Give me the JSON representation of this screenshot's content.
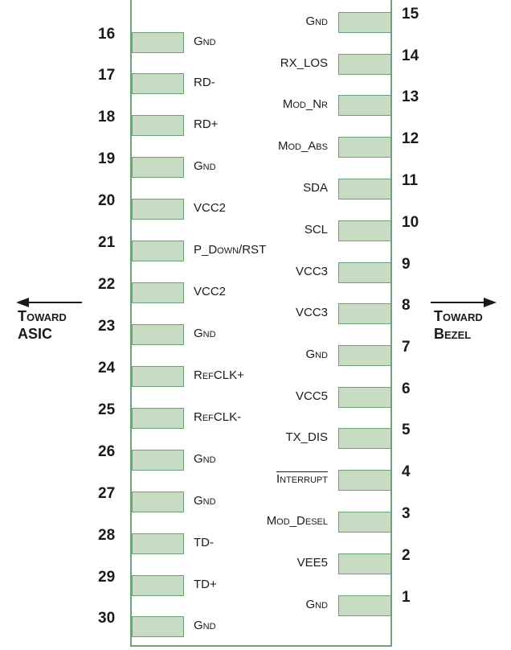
{
  "left_direction": {
    "line1": "Toward",
    "line2": "ASIC"
  },
  "right_direction": {
    "line1": "Toward",
    "line2": "Bezel"
  },
  "left_pins": [
    {
      "num": "16",
      "label": "Gnd"
    },
    {
      "num": "17",
      "label": "RD-"
    },
    {
      "num": "18",
      "label": "RD+"
    },
    {
      "num": "19",
      "label": "Gnd"
    },
    {
      "num": "20",
      "label": "VCC2"
    },
    {
      "num": "21",
      "label": "P_Down/RST"
    },
    {
      "num": "22",
      "label": "VCC2"
    },
    {
      "num": "23",
      "label": "Gnd"
    },
    {
      "num": "24",
      "label": "RefCLK+"
    },
    {
      "num": "25",
      "label": "RefCLK-"
    },
    {
      "num": "26",
      "label": "Gnd"
    },
    {
      "num": "27",
      "label": "Gnd"
    },
    {
      "num": "28",
      "label": "TD-"
    },
    {
      "num": "29",
      "label": "TD+"
    },
    {
      "num": "30",
      "label": "Gnd"
    }
  ],
  "right_pins": [
    {
      "num": "15",
      "label": "Gnd"
    },
    {
      "num": "14",
      "label": "RX_LOS"
    },
    {
      "num": "13",
      "label": "Mod_Nr"
    },
    {
      "num": "12",
      "label": "Mod_Abs"
    },
    {
      "num": "11",
      "label": "SDA"
    },
    {
      "num": "10",
      "label": "SCL"
    },
    {
      "num": "9",
      "label": "VCC3"
    },
    {
      "num": "8",
      "label": "VCC3"
    },
    {
      "num": "7",
      "label": "Gnd"
    },
    {
      "num": "6",
      "label": "VCC5"
    },
    {
      "num": "5",
      "label": "TX_DIS"
    },
    {
      "num": "4",
      "label": "Interrupt"
    },
    {
      "num": "3",
      "label": "Mod_Desel"
    },
    {
      "num": "2",
      "label": "VEE5"
    },
    {
      "num": "1",
      "label": "Gnd"
    }
  ]
}
